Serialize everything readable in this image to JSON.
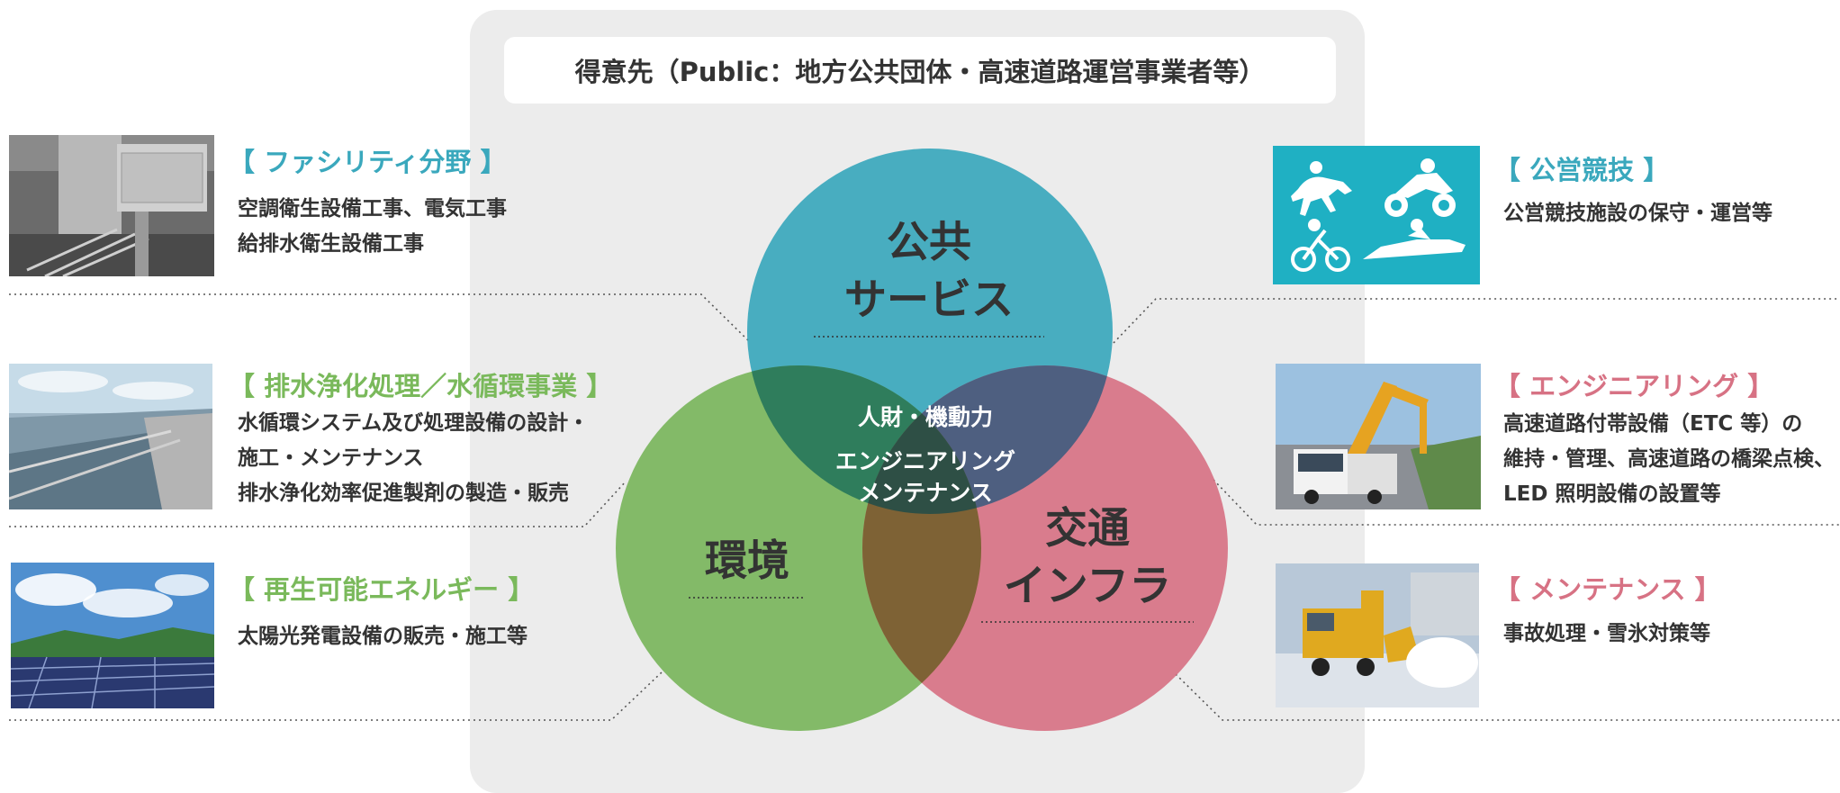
{
  "header": {
    "title": "得意先（Public：地方公共団体・高速道路運営事業者等）"
  },
  "venn": {
    "public_service": {
      "line1": "公共",
      "line2": "サービス",
      "color": "#3aa7bc"
    },
    "environment": {
      "label": "環境",
      "color": "#7ab55c"
    },
    "transport_infra": {
      "line1": "交通",
      "line2": "インフラ",
      "color": "#d77284"
    },
    "center": {
      "line1": "人財・機動力",
      "line2": "エンジニアリング",
      "line3": "メンテナンス"
    }
  },
  "left": [
    {
      "title": "【 ファシリティ分野 】",
      "color": "#3aa8bd",
      "lines": [
        "空調衛生設備工事、電気工事",
        "給排水衛生設備工事"
      ]
    },
    {
      "title": "【 排水浄化処理／水循環事業 】",
      "color": "#7ab95b",
      "lines": [
        "水循環システム及び処理設備の設計・",
        "施工・メンテナンス",
        "排水浄化効率促進製剤の製造・販売"
      ]
    },
    {
      "title": "【 再生可能エネルギー 】",
      "color": "#7ab95b",
      "lines": [
        "太陽光発電設備の販売・施工等"
      ]
    }
  ],
  "right": [
    {
      "title": "【 公営競技 】",
      "color": "#3aa8bd",
      "lines": [
        "公営競技施設の保守・運営等"
      ]
    },
    {
      "title": "【 エンジニアリング 】",
      "color": "#d77284",
      "lines": [
        "高速道路付帯設備（ETC 等）の",
        "維持・管理、高速道路の橋梁点検、",
        "LED 照明設備の設置等"
      ]
    },
    {
      "title": "【 メンテナンス 】",
      "color": "#d77284",
      "lines": [
        "事故処理・雪氷対策等"
      ]
    }
  ],
  "icons": {
    "public_sports": "horse-racing, motorcycle-racing, bicycle-racing, boat-racing icons",
    "icon_bg_color": "#1fb0c3"
  }
}
